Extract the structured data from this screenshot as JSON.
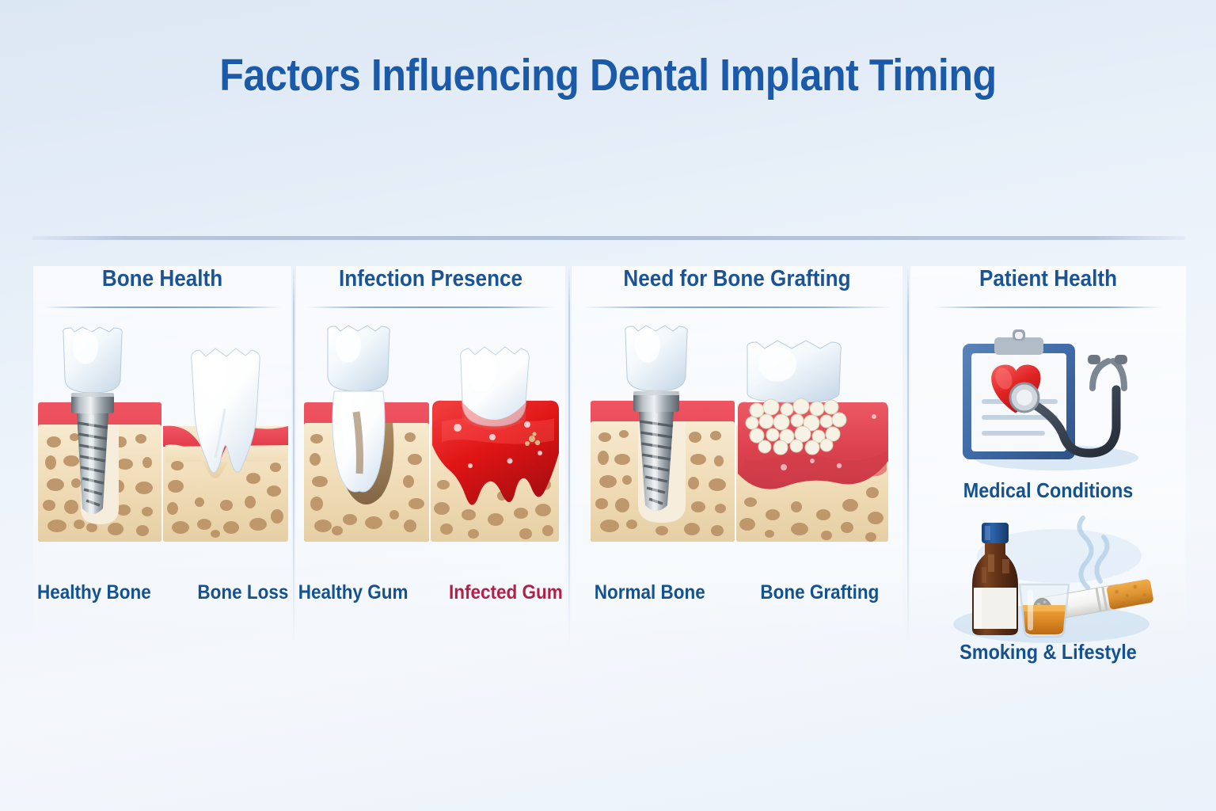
{
  "page": {
    "title": "Factors Influencing Dental Implant Timing",
    "background_top": "#dce7f4",
    "background_bottom": "#eaf1fa",
    "heading_color": "#1b5496",
    "title_color": "#1a5aa8",
    "caption_color": "#13518f",
    "alert_color": "#b41f45"
  },
  "columns": [
    {
      "id": "bone-health",
      "heading": "Bone Health",
      "captions": [
        {
          "text": "Healthy Bone",
          "tone": "normal"
        },
        {
          "text": "Bone Loss",
          "tone": "normal"
        }
      ],
      "illustration": "implant-in-healthy-bone-and-tooth-with-bone-loss"
    },
    {
      "id": "infection-presence",
      "heading": "Infection Presence",
      "captions": [
        {
          "text": "Healthy Gum",
          "tone": "normal"
        },
        {
          "text": "Infected Gum",
          "tone": "alert"
        }
      ],
      "illustration": "healthy-tooth-and-inflamed-infected-gum"
    },
    {
      "id": "need-for-bone-grafting",
      "heading": "Need for Bone Grafting",
      "captions": [
        {
          "text": "Normal Bone",
          "tone": "normal"
        },
        {
          "text": "Bone Grafting",
          "tone": "normal"
        }
      ],
      "illustration": "implant-in-normal-bone-and-tooth-with-graft-granules"
    },
    {
      "id": "patient-health",
      "heading": "Patient Health",
      "captions": [
        {
          "text": "Medical Conditions",
          "tone": "normal"
        },
        {
          "text": "Smoking & Lifestyle",
          "tone": "normal"
        }
      ],
      "icons": [
        "clipboard-heart-stethoscope-icon",
        "bottle-glass-cigarette-icon"
      ]
    }
  ],
  "palette": {
    "gum_red": "#e8414f",
    "gum_red_dark": "#c62833",
    "infected_red": "#e01a1a",
    "bone_beige": "#f2e0bf",
    "bone_spot": "#bb9266",
    "tooth_white": "#ffffff",
    "tooth_shade": "#d8e4ee",
    "implant_metal": "#9aa3ab",
    "graft_granule": "#f4eedd",
    "clipboard_blue": "#3f6ba8",
    "heart_red": "#e02c2c",
    "stethoscope_dark": "#3a4452",
    "bottle_brown": "#6b3a1e",
    "bottle_cap_blue": "#1f4f8f",
    "whiskey_amber": "#d98a2b",
    "cigarette_filter": "#e0962f"
  }
}
